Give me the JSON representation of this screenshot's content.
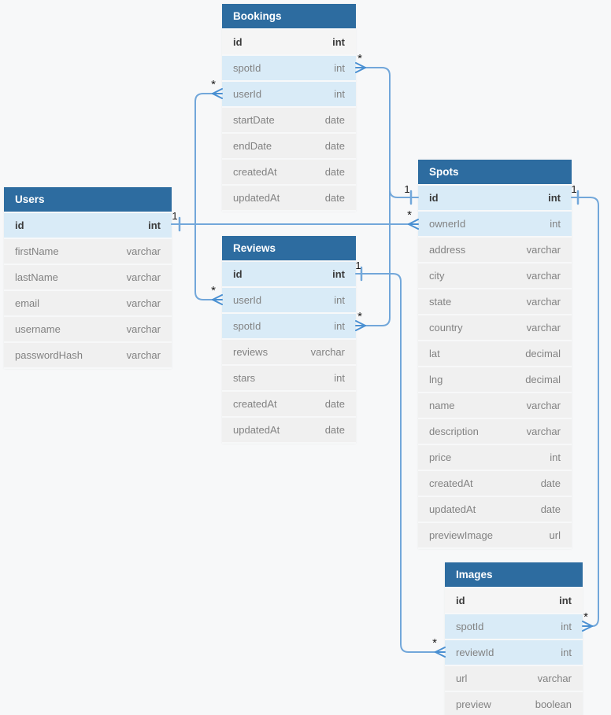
{
  "diagram_type": "entity-relationship",
  "colors": {
    "header_blue": "#2d6ca0",
    "highlight_row_blue": "#d9ebf7",
    "row_gray": "#f0f0f0",
    "pk_row_gray": "#f5f5f5",
    "line_blue": "#72a7da",
    "crowfoot_blue": "#4a90d2",
    "label_black": "#1a1a1a",
    "canvas_bg": "#f7f8f9"
  },
  "tables": [
    {
      "name": "Bookings",
      "columns": [
        {
          "name": "id",
          "type": "int",
          "pk": true,
          "highlight": false
        },
        {
          "name": "spotId",
          "type": "int",
          "pk": false,
          "highlight": true
        },
        {
          "name": "userId",
          "type": "int",
          "pk": false,
          "highlight": true
        },
        {
          "name": "startDate",
          "type": "date",
          "pk": false,
          "highlight": false
        },
        {
          "name": "endDate",
          "type": "date",
          "pk": false,
          "highlight": false
        },
        {
          "name": "createdAt",
          "type": "date",
          "pk": false,
          "highlight": false
        },
        {
          "name": "updatedAt",
          "type": "date",
          "pk": false,
          "highlight": false
        }
      ]
    },
    {
      "name": "Users",
      "columns": [
        {
          "name": "id",
          "type": "int",
          "pk": true,
          "highlight": true
        },
        {
          "name": "firstName",
          "type": "varchar",
          "pk": false,
          "highlight": false
        },
        {
          "name": "lastName",
          "type": "varchar",
          "pk": false,
          "highlight": false
        },
        {
          "name": "email",
          "type": "varchar",
          "pk": false,
          "highlight": false
        },
        {
          "name": "username",
          "type": "varchar",
          "pk": false,
          "highlight": false
        },
        {
          "name": "passwordHash",
          "type": "varchar",
          "pk": false,
          "highlight": false
        }
      ]
    },
    {
      "name": "Reviews",
      "columns": [
        {
          "name": "id",
          "type": "int",
          "pk": true,
          "highlight": true
        },
        {
          "name": "userId",
          "type": "int",
          "pk": false,
          "highlight": true
        },
        {
          "name": "spotId",
          "type": "int",
          "pk": false,
          "highlight": true
        },
        {
          "name": "reviews",
          "type": "varchar",
          "pk": false,
          "highlight": false
        },
        {
          "name": "stars",
          "type": "int",
          "pk": false,
          "highlight": false
        },
        {
          "name": "createdAt",
          "type": "date",
          "pk": false,
          "highlight": false
        },
        {
          "name": "updatedAt",
          "type": "date",
          "pk": false,
          "highlight": false
        }
      ]
    },
    {
      "name": "Spots",
      "columns": [
        {
          "name": "id",
          "type": "int",
          "pk": true,
          "highlight": true
        },
        {
          "name": "ownerId",
          "type": "int",
          "pk": false,
          "highlight": true
        },
        {
          "name": "address",
          "type": "varchar",
          "pk": false,
          "highlight": false
        },
        {
          "name": "city",
          "type": "varchar",
          "pk": false,
          "highlight": false
        },
        {
          "name": "state",
          "type": "varchar",
          "pk": false,
          "highlight": false
        },
        {
          "name": "country",
          "type": "varchar",
          "pk": false,
          "highlight": false
        },
        {
          "name": "lat",
          "type": "decimal",
          "pk": false,
          "highlight": false
        },
        {
          "name": "lng",
          "type": "decimal",
          "pk": false,
          "highlight": false
        },
        {
          "name": "name",
          "type": "varchar",
          "pk": false,
          "highlight": false
        },
        {
          "name": "description",
          "type": "varchar",
          "pk": false,
          "highlight": false
        },
        {
          "name": "price",
          "type": "int",
          "pk": false,
          "highlight": false
        },
        {
          "name": "createdAt",
          "type": "date",
          "pk": false,
          "highlight": false
        },
        {
          "name": "updatedAt",
          "type": "date",
          "pk": false,
          "highlight": false
        },
        {
          "name": "previewImage",
          "type": "url",
          "pk": false,
          "highlight": false
        }
      ]
    },
    {
      "name": "Images",
      "columns": [
        {
          "name": "id",
          "type": "int",
          "pk": true,
          "highlight": false
        },
        {
          "name": "spotId",
          "type": "int",
          "pk": false,
          "highlight": true
        },
        {
          "name": "reviewId",
          "type": "int",
          "pk": false,
          "highlight": true
        },
        {
          "name": "url",
          "type": "varchar",
          "pk": false,
          "highlight": false
        },
        {
          "name": "preview",
          "type": "boolean",
          "pk": false,
          "highlight": false
        }
      ]
    }
  ],
  "relationships": [
    {
      "one": "Users.id",
      "many": "Bookings.userId",
      "one_label": "1",
      "many_label": "*"
    },
    {
      "one": "Users.id",
      "many": "Reviews.userId",
      "one_label": "1",
      "many_label": "*"
    },
    {
      "one": "Users.id",
      "many": "Spots.ownerId",
      "one_label": "1",
      "many_label": "*"
    },
    {
      "one": "Spots.id",
      "many": "Bookings.spotId",
      "one_label": "1",
      "many_label": "*"
    },
    {
      "one": "Spots.id",
      "many": "Reviews.spotId",
      "one_label": "1",
      "many_label": "*"
    },
    {
      "one": "Reviews.id",
      "many": "Images.reviewId",
      "one_label": "1",
      "many_label": "*"
    },
    {
      "one": "Spots.id",
      "many": "Images.spotId",
      "one_label": "1",
      "many_label": "*"
    }
  ]
}
